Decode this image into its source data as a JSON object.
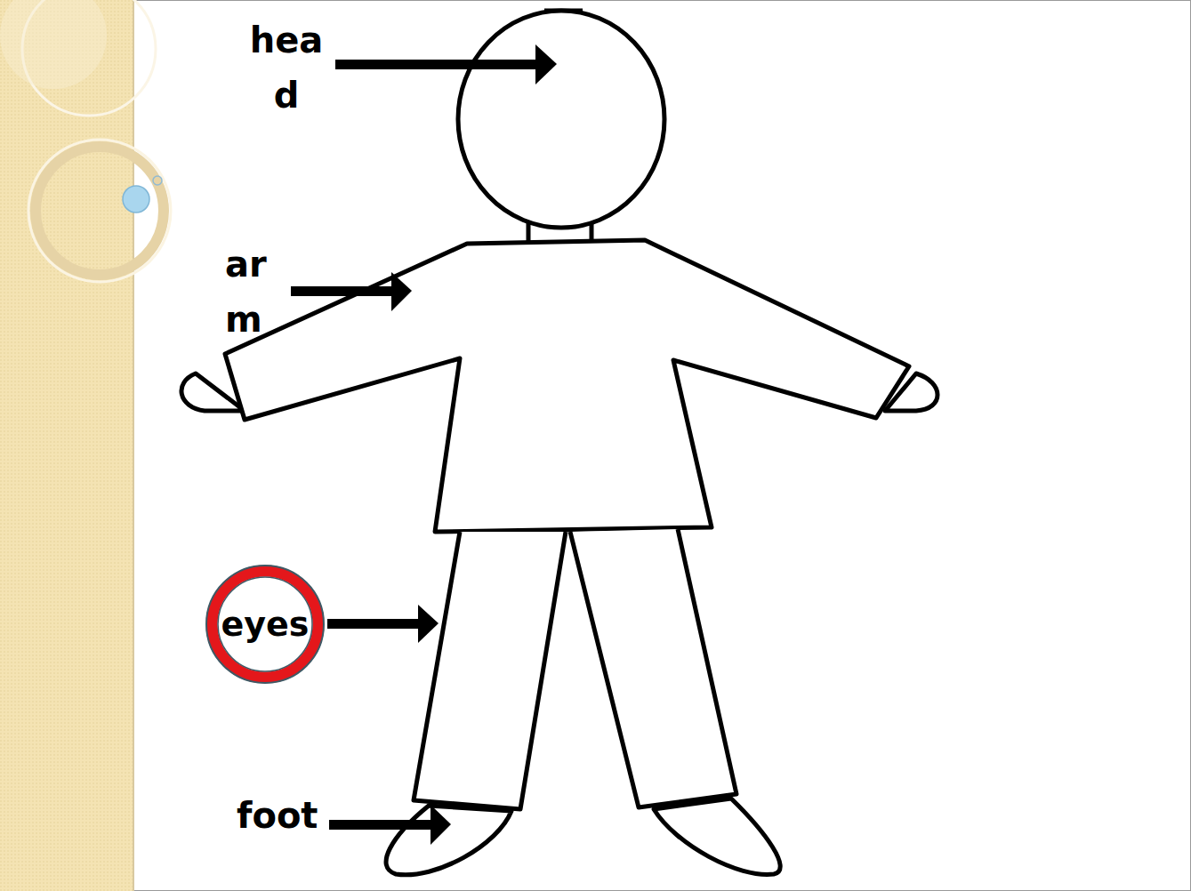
{
  "diagram": {
    "nodes": [
      {
        "text": [
          "eyes"
        ]
      }
    ],
    "labels": [
      "hea d",
      "ar m",
      "foot"
    ]
  }
}
